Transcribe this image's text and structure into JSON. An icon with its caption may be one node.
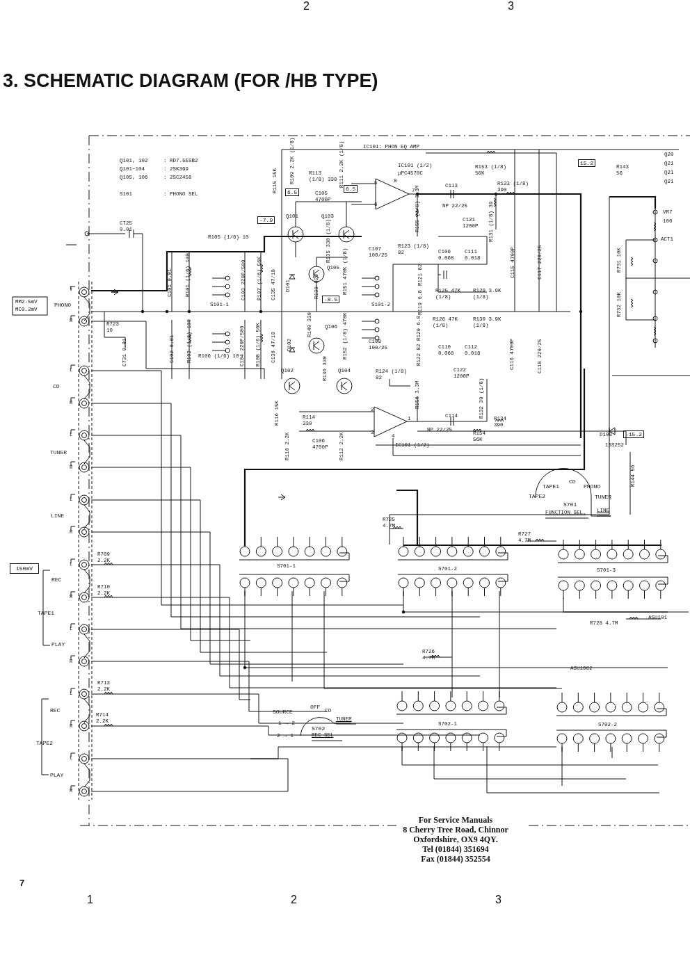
{
  "diagram": {
    "title": "3. SCHEMATIC DIAGRAM (FOR /HB TYPE)",
    "labels": [
      "2",
      "3",
      "Q101, 102",
      ": RD7.5ESB2",
      "Q101~104",
      ": 2SK369",
      "Q105, 106",
      ": 2SC2458",
      "S101",
      ": PHONO SEL",
      "IC101: PHON EQ AMP",
      "R115 15K",
      "R109 2.2K (1/8)",
      "R113 (1/8) 330",
      "R111 2.2K (1/8)",
      "6.5",
      "C105 4700P",
      "6.5",
      "5",
      "6",
      "IC101 (1/2)",
      "μPC4570C",
      "8",
      "7",
      "R153 (1/8) 56K",
      "C113",
      "R133 (1/8) 390",
      "NP 22/25",
      "R155 (1/8) 3.3M",
      "R131 (1/8) 39",
      "C121 1200P",
      "15.2",
      "R143 56",
      "Q20",
      "Q21",
      "Q21",
      "Q21",
      "VR7",
      "100",
      "ACT1",
      "-7.9",
      "Q101",
      "Q103",
      "C725 0.01",
      "R105 (1/6) 10",
      "C101 0.01",
      "R101 (1/6) 100",
      "C103 220P/500",
      "R107 (1/6) 56K",
      "C135 47/10",
      "D101",
      "R135 330 (1/8)",
      "Q105",
      "R151 470K (1/8)",
      "R139 820",
      "-8.5",
      "C107 100/25",
      "R123 (1/8) 82",
      "C109 0.068",
      "C111 0.018",
      "R121 82",
      "R119 6.8",
      "R125 47K (1/8)",
      "R129 3.9K (1/8)",
      "C115 4700P",
      "C117 220/25",
      "S101-1",
      "S101-2",
      "R731 10K",
      "R732 10K",
      "MM2.5mV",
      "MC0.2mV",
      "PHONO",
      "L",
      "R",
      "R723 10",
      "C731 0.01",
      "C102 0.01",
      "R102 (1/6) 100",
      "C104 220P/500",
      "R108 (1/6) 56K",
      "C136 47/10",
      "D102",
      "R140 330",
      "Q106",
      "R152 (1/8) 470K",
      "C108 100/25",
      "R120 6.8",
      "R122 82",
      "R126 47K (1/8)",
      "R130 3.9K (1/8)",
      "C110 0.068",
      "C112 0.018",
      "R124 (1/8) 82",
      "C116 4700P",
      "C118 220/25",
      "R106 (1/6) 10",
      "R136 330",
      "Q102",
      "Q104",
      "C122 1200P",
      "R132 39 (1/8)",
      "R116 15K",
      "R114 330",
      "C106 4700P",
      "R110 2.2K",
      "R112 2.2K",
      "R156 3.3M",
      "2",
      "3",
      "1",
      "4",
      "C114",
      "NP 22/25",
      "R134 390",
      "R154 56K",
      "IC101 (1/2)",
      "D103",
      "-15.2",
      "1SS252",
      "R144 56",
      "TAPE1",
      "CD",
      "PHONO",
      "TAPE2",
      "TUNER",
      "S701",
      "FUNCTION SEL.",
      "LINE",
      "CD",
      "L",
      "R",
      "TUNER",
      "L",
      "R",
      "LINE",
      "L",
      "R",
      "R725 4.7M",
      "R727 4.7M",
      "S701-1",
      "S701-2",
      "S701-3",
      "150mV",
      "R709 2.2K",
      "L",
      "REC",
      "R",
      "R710 2.2K",
      "TAPE1",
      "L",
      "PLAY",
      "R",
      "R728 4.7M",
      "ASU101",
      "R726 4.7M",
      "ASU1002",
      "R713 2.2K",
      "L",
      "REC",
      "R",
      "R714 2.2K",
      "TAPE2",
      "L",
      "PLAY",
      "R",
      "SOURCE",
      "OFF",
      "CD",
      "TUNER",
      "1 → 2",
      "S702",
      "2 → 1",
      "REC SEL",
      "S702-1",
      "S702-2",
      "For Service Manuals",
      "8 Cherry Tree Road, Chinnor",
      "Oxfordshire, OX9 4QY.",
      "Tel (01844) 351694",
      "Fax (01844) 352554",
      "7",
      "1",
      "2",
      "3"
    ]
  }
}
